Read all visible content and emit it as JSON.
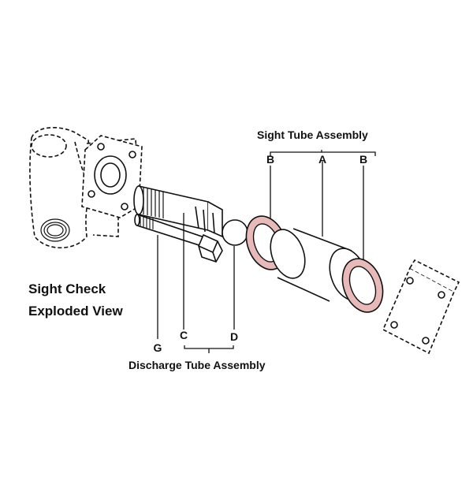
{
  "title": {
    "line1": "Sight Check",
    "line2": "Exploded View"
  },
  "groups": {
    "sight_tube_assembly": "Sight Tube Assembly",
    "discharge_tube_assembly": "Discharge Tube Assembly"
  },
  "callouts": {
    "a": "A",
    "b_left": "B",
    "b_right": "B",
    "c": "C",
    "d": "D",
    "g": "G"
  },
  "colors": {
    "gasket_fill": "#e7b9b9",
    "line": "#111111"
  }
}
